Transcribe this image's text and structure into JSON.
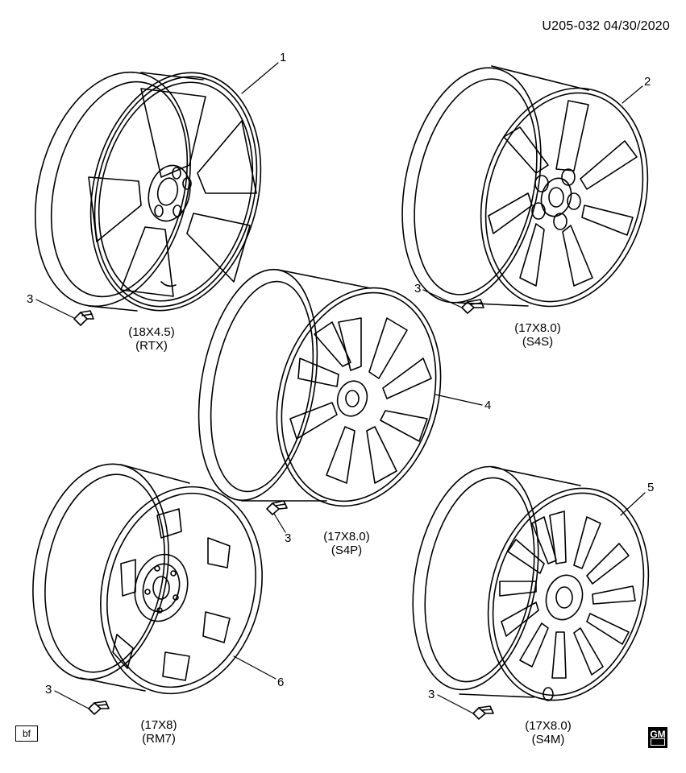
{
  "header": {
    "code": "U205-032  04/30/2020"
  },
  "corner": {
    "bf": "bf",
    "logo": "GM"
  },
  "callouts": {
    "c1": "1",
    "c2": "2",
    "c4": "4",
    "c5": "5",
    "c6": "6",
    "v1": "3",
    "v2": "3",
    "v3": "3",
    "v4": "3",
    "v5": "3"
  },
  "wheels": {
    "rtx": {
      "size": "(18X4.5)",
      "code": "(RTX)"
    },
    "s4s": {
      "size": "(17X8.0)",
      "code": "(S4S)"
    },
    "s4p": {
      "size": "(17X8.0)",
      "code": "(S4P)"
    },
    "rm7": {
      "size": "(17X8)",
      "code": "(RM7)"
    },
    "s4m": {
      "size": "(17X8.0)",
      "code": "(S4M)"
    }
  }
}
